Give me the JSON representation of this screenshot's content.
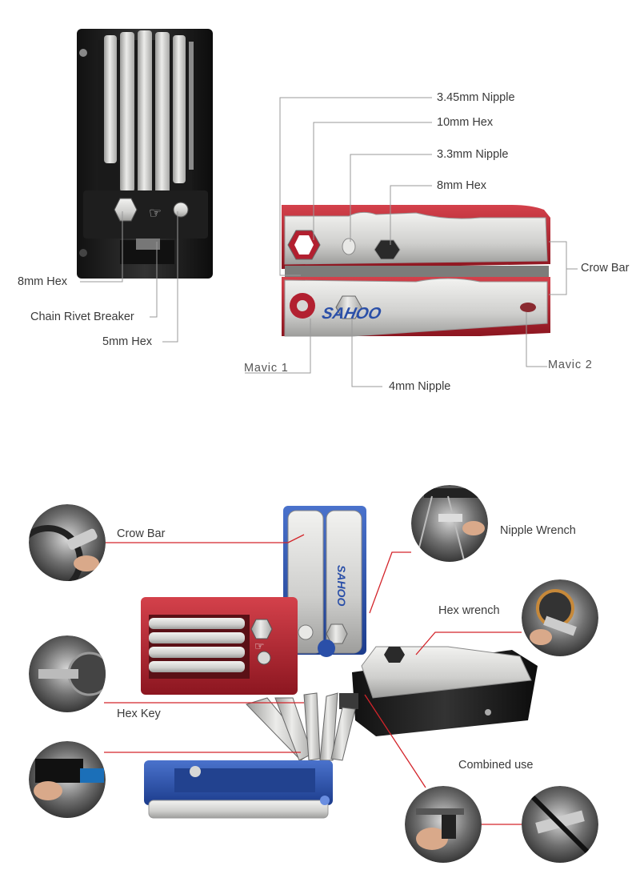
{
  "top_left": {
    "labels": {
      "hex8": "8mm Hex",
      "chain": "Chain Rivet Breaker",
      "hex5": "5mm Hex"
    }
  },
  "top_right": {
    "brand": "SAHOO",
    "labels": {
      "nipple345": "3.45mm Nipple",
      "hex10": "10mm Hex",
      "nipple33": "3.3mm Nipple",
      "hex8": "8mm Hex",
      "crowbar": "Crow Bar",
      "mavic1": "Mavic 1",
      "mavic2": "Mavic 2",
      "nipple4": "4mm Nipple"
    }
  },
  "bottom": {
    "brand": "SAHOO",
    "labels": {
      "crowbar": "Crow Bar",
      "nipple_wrench": "Nipple Wrench",
      "hex_wrench": "Hex wrench",
      "hex_key": "Hex Key",
      "combined": "Combined use"
    }
  },
  "colors": {
    "black_tool": "#1e1e1e",
    "red_tool": "#b3202c",
    "blue_tool": "#2a4fa8",
    "steel": "#d8d8d6",
    "callout_red": "#d3242a",
    "callout_grey": "#8c8c8c"
  }
}
